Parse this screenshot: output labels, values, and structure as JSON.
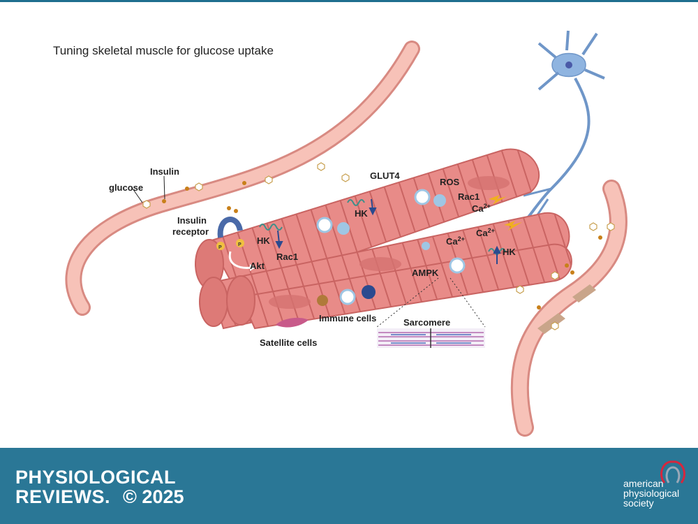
{
  "title": "Tuning  skeletal muscle for glucose uptake",
  "labels": {
    "insulin": "Insulin",
    "glucose": "glucose",
    "insulin_receptor_line1": "Insulin",
    "insulin_receptor_line2": "receptor",
    "hk_left": "HK",
    "akt": "Akt",
    "rac1_left": "Rac1",
    "glut4": "GLUT4",
    "hk_mid": "HK",
    "ros": "ROS",
    "rac1_right": "Rac1",
    "ca_top": "Ca",
    "ca_mid": "Ca",
    "ca_right": "Ca",
    "ca_superscript": "2+",
    "ampk": "AMPK",
    "hk_right": "HK",
    "immune_cells": "Immune cells",
    "sarcomere": "Sarcomere",
    "satellite_cells": "Satellite cells",
    "phospho_p": "P"
  },
  "footer": {
    "journal_line1": "PHYSIOLOGICAL",
    "journal_line2": "REVIEWS.",
    "copyright": "© 2025",
    "society_line1": "american",
    "society_line2": "physiological",
    "society_line3": "society"
  },
  "colors": {
    "muscle": "#e88b88",
    "muscle_dark": "#c96462",
    "vessel": "#f2b2a8",
    "neuron": "#8fb4e0",
    "footer": "#2a7796",
    "glut4": "#3f8f8a",
    "vesicle": "#9fc6e4"
  }
}
